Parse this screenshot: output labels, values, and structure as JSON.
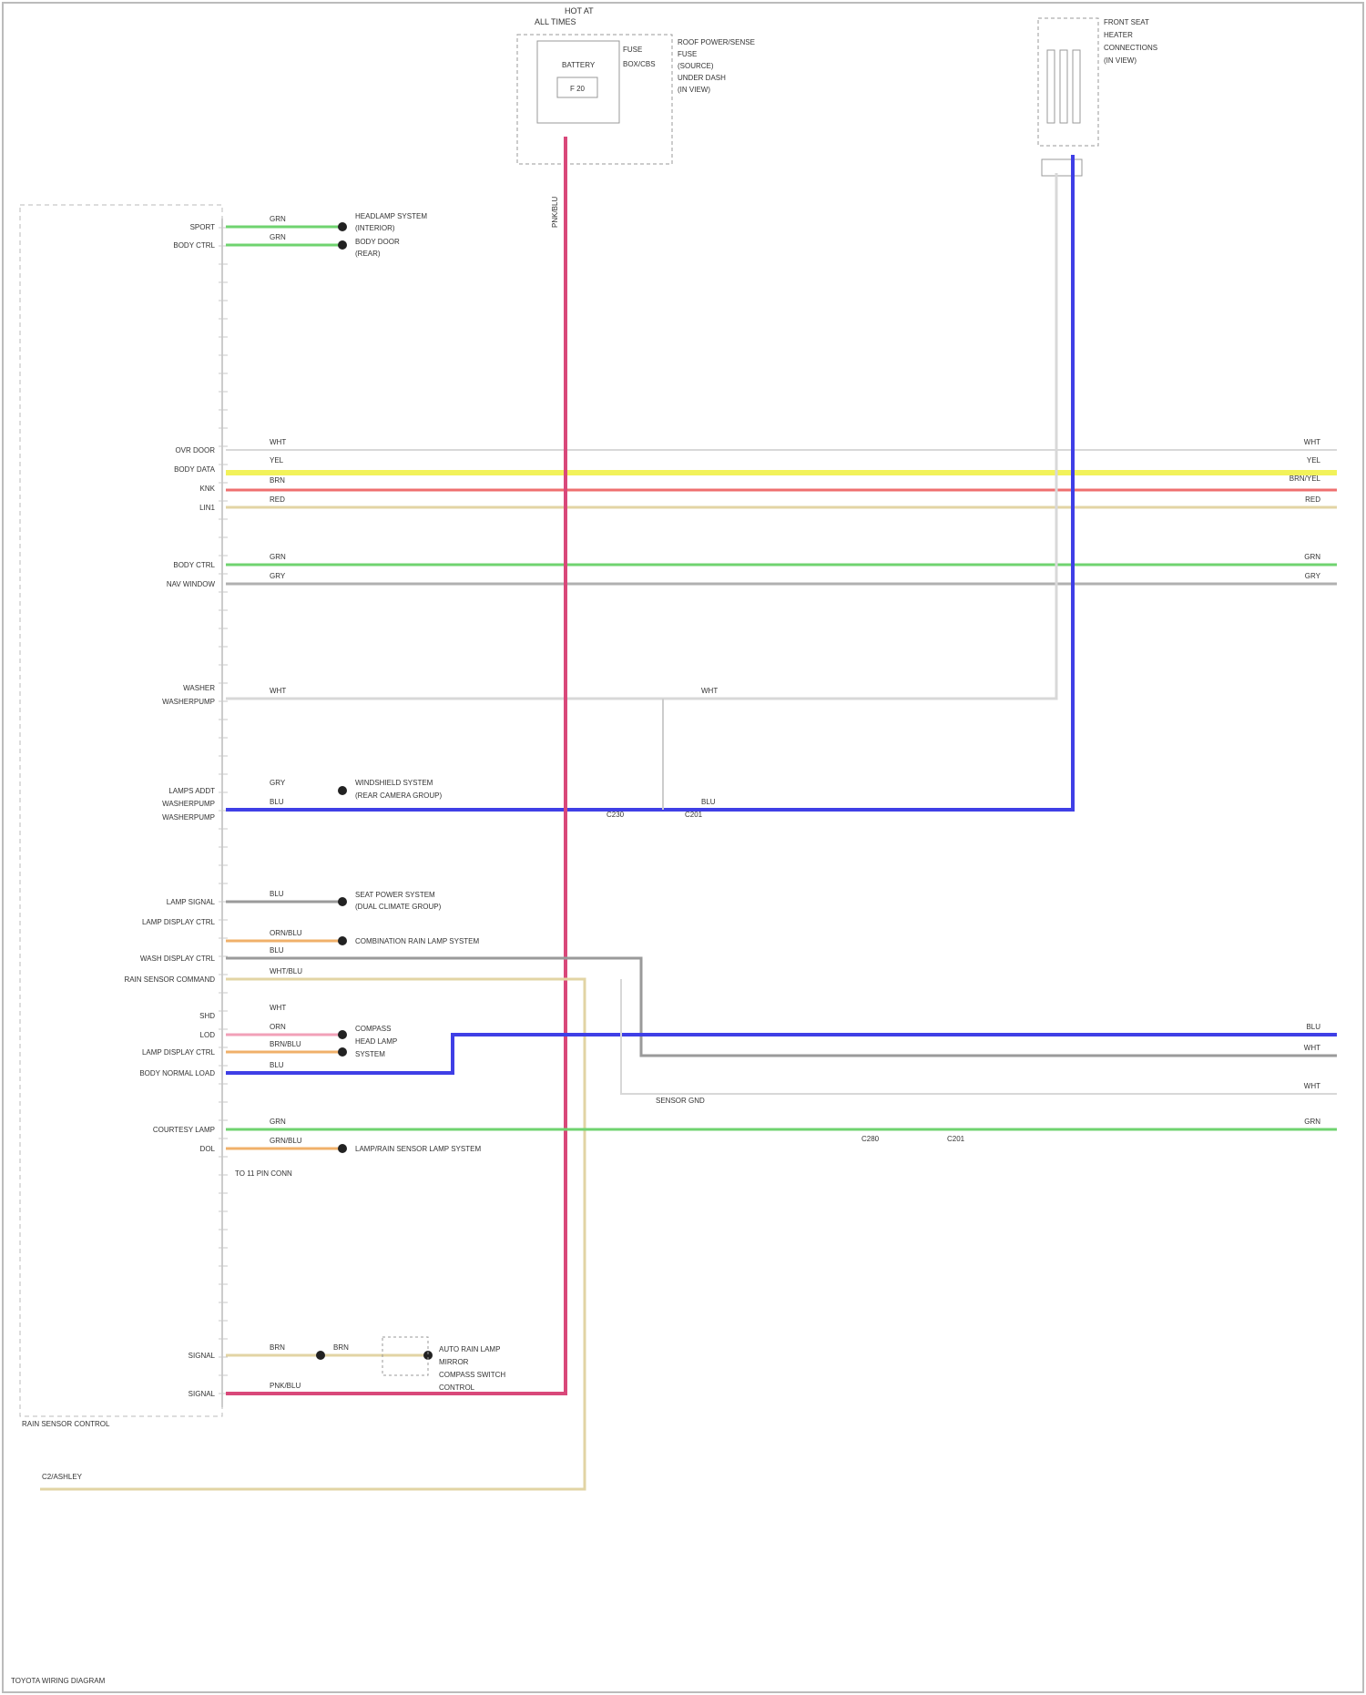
{
  "diagram": {
    "colors": {
      "wire_green": "#6fd36f",
      "wire_yellow": "#f2f25a",
      "wire_red": "#ef6f6f",
      "wire_pink": "#d9487a",
      "wire_blue": "#3f3fe6",
      "wire_tan": "#e2d4a4",
      "wire_gray": "#9a9a9a",
      "wire_white": "#d8d8d8",
      "wire_orange": "#f0b06a",
      "border": "#bbbbbb"
    },
    "module_name": "RAIN SENSOR CONTROL",
    "top_fuse": {
      "title_lines": [
        "HOT AT",
        "ALL TIMES"
      ],
      "inner_lines": [
        "BATTERY",
        "F 20"
      ],
      "side_lines": [
        "FUSE",
        "BOX/CBS"
      ],
      "desc_lines": [
        "ROOF POWER/SENSE",
        "FUSE",
        "(SOURCE)",
        "UNDER DASH",
        "(IN VIEW)"
      ],
      "wire_label": "PNK/BLU"
    },
    "top_right_module": {
      "desc_lines": [
        "FRONT SEAT",
        "HEATER",
        "CONNECTIONS",
        "(IN VIEW)"
      ],
      "wire_label": "BLU"
    },
    "left_labels": [
      "SPORT",
      "BODY CTRL",
      "OVR DOOR",
      "BODY DATA",
      "KNK",
      "LIN1",
      "BODY CTRL",
      "NAV WINDOW",
      "WASHER",
      "WASHERPUMP",
      "LAMPS ADDT",
      "WASHERPUMP",
      "WASHERPUMP",
      "LAMP SIGNAL",
      "LAMP DISPLAY CTRL",
      "WASH DISPLAY CTRL",
      "RAIN SENSOR COMMAND",
      "SHD",
      "LOD",
      "LAMP DISPLAY CTRL",
      "BODY NORMAL LOAD",
      "COURTESY LAMP",
      "DOL",
      "SIGNAL",
      "SIGNAL"
    ],
    "wire_labels": [
      "GRN",
      "GRN",
      "WHT",
      "YEL",
      "BRN",
      "RED",
      "GRN",
      "GRY",
      "WHT",
      "WHT",
      "GRY",
      "BLU",
      "BLU",
      "BLU",
      "ORN/BLU",
      "BLU",
      "WHT/BLU",
      "WHT",
      "ORN",
      "BRN/BLU",
      "BLU",
      "GRN",
      "GRN/BLU",
      "BRN",
      "BRN",
      "PNK/BLU"
    ],
    "right_wire_labels": [
      "WHT",
      "YEL",
      "BRN/YEL",
      "RED",
      "GRN",
      "GRY",
      "BLU",
      "WHT",
      "WHT",
      "GRN"
    ],
    "dest_texts": [
      "HEADLAMP SYSTEM",
      "(INTERIOR)",
      "BODY DOOR",
      "(REAR)",
      "WINDSHIELD SYSTEM",
      "(REAR CAMERA GROUP)",
      "SEAT POWER SYSTEM",
      "(DUAL CLIMATE GROUP)",
      "COMBINATION RAIN LAMP SYSTEM",
      "COMPASS",
      "HEAD LAMP",
      "SYSTEM",
      "LAMP/RAIN SENSOR LAMP SYSTEM",
      "AUTO RAIN LAMP",
      "MIRROR",
      "COMPASS SWITCH",
      "CONTROL"
    ],
    "connector_labels": [
      "C230",
      "C201",
      "C280",
      "C201"
    ],
    "misc_lines": [
      "TO 11 PIN CONN",
      "SENSOR GND",
      "C2/ASHLEY"
    ],
    "footer": "TOYOTA WIRING DIAGRAM"
  }
}
